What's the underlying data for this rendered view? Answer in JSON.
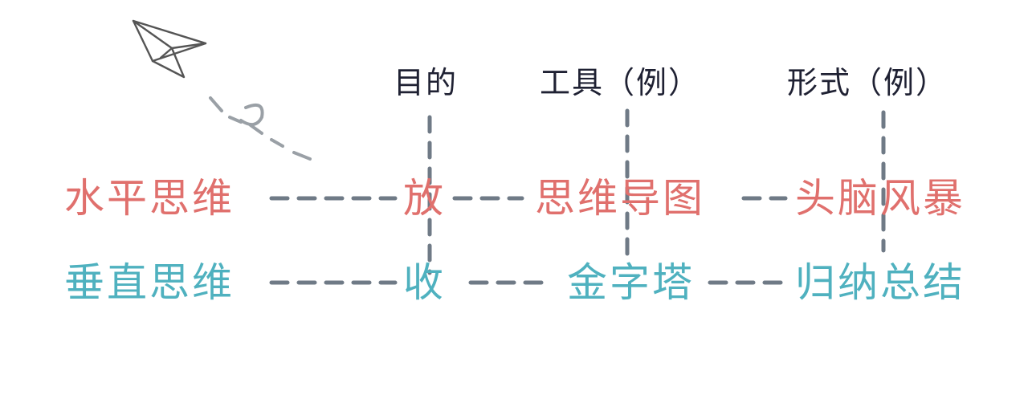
{
  "headers": {
    "purpose": "目的",
    "tool": "工具（例）",
    "form": "形式（例）"
  },
  "rows": {
    "horizontal": {
      "thinking": "水平思维",
      "purpose": "放",
      "tool": "思维导图",
      "form": "头脑风暴"
    },
    "vertical": {
      "thinking": "垂直思维",
      "purpose": "收",
      "tool": "金字塔",
      "form": "归纳总结"
    }
  },
  "colors": {
    "header_text": "#1f2133",
    "horizontal_row": "#e0706d",
    "vertical_row": "#4fb1bf",
    "dashes": "#6f7a86",
    "sketch": "#555555"
  },
  "icons": {
    "decoration": "paper-plane-icon"
  }
}
